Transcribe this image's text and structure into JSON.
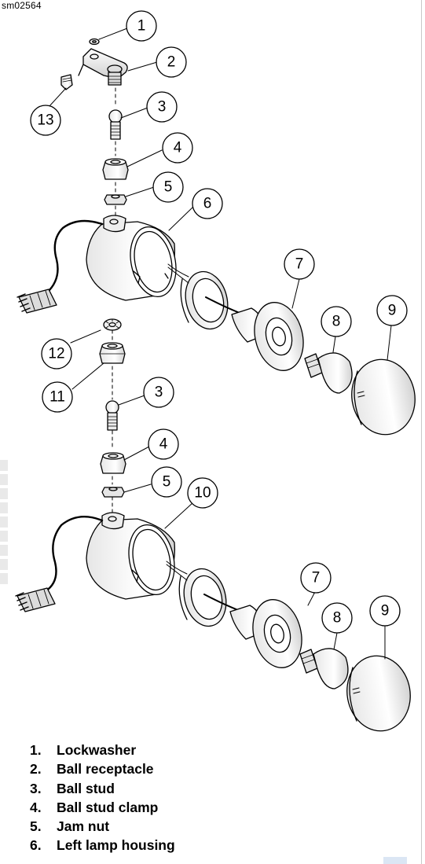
{
  "figure_id": "sm02564",
  "callouts": [
    "1",
    "2",
    "13",
    "3",
    "4",
    "5",
    "6",
    "7",
    "8",
    "9",
    "12",
    "11",
    "3",
    "4",
    "5",
    "10",
    "7",
    "8",
    "9"
  ],
  "legend": [
    {
      "num": "1.",
      "label": "Lockwasher"
    },
    {
      "num": "2.",
      "label": "Ball receptacle"
    },
    {
      "num": "3.",
      "label": "Ball stud"
    },
    {
      "num": "4.",
      "label": "Ball stud clamp"
    },
    {
      "num": "5.",
      "label": "Jam nut"
    },
    {
      "num": "6.",
      "label": "Left lamp housing"
    }
  ],
  "colors": {
    "ink": "#000000",
    "background": "#ffffff",
    "shade": "#d9d9d9"
  }
}
